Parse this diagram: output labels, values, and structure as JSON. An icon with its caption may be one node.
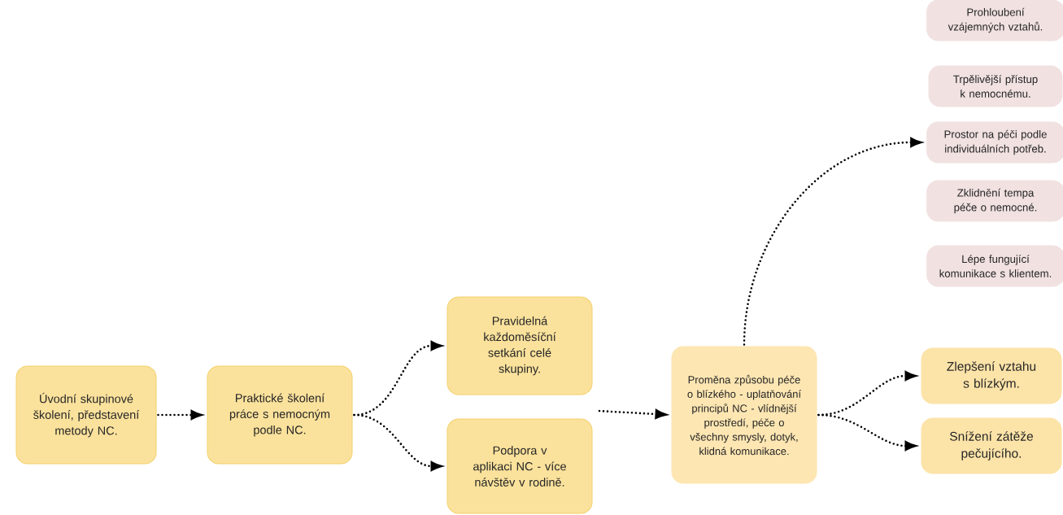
{
  "diagram": {
    "nodes": [
      {
        "text": [
          "Úvodní skupinové školení, představení metody NC."
        ]
      },
      {
        "text": [
          "Praktické školení práce s nemocným podle NC."
        ]
      },
      {
        "text": [
          "Pravidelná každoměsíční setkání celé skupiny."
        ]
      },
      {
        "text": [
          "Podpora v aplikaci NC - více návštěv v rodině."
        ]
      },
      {
        "text": [
          "Proměna způsobu péče o blízkého - uplatňování principů NC - vlídnější prostředí, péče o všechny smysly, dotyk, klidná komunikace."
        ]
      },
      {
        "text": [
          "Prohloubení vzájemných vztahů."
        ]
      },
      {
        "text": [
          "Trpělivější přístup k nemocnému."
        ]
      },
      {
        "text": [
          "Prostor na péči podle individuálních potřeb."
        ]
      },
      {
        "text": [
          "Zklidnění tempa péče o nemocné."
        ]
      },
      {
        "text": [
          "Lépe fungující komunikace s klientem."
        ]
      },
      {
        "text": [
          "Zlepšení vztahu s blízkým."
        ]
      },
      {
        "text": [
          "Snížení zátěže pečujícího."
        ]
      }
    ],
    "edges": [
      {
        "from": 0,
        "to": 1,
        "arrow": "to",
        "style": "dashed"
      },
      {
        "from": 1,
        "to": 2,
        "arrow": "to",
        "style": "dashed"
      },
      {
        "from": 1,
        "to": 3,
        "arrow": "to",
        "style": "dashed"
      },
      {
        "from": null,
        "to": 4,
        "arrow": "to",
        "style": "dashed"
      },
      {
        "from": 4,
        "to": 7,
        "arrow": "to",
        "style": "dashed"
      },
      {
        "from": 4,
        "to": 10,
        "arrow": "to",
        "style": "dashed"
      },
      {
        "from": 4,
        "to": 11,
        "arrow": "to",
        "style": "dashed"
      }
    ]
  }
}
